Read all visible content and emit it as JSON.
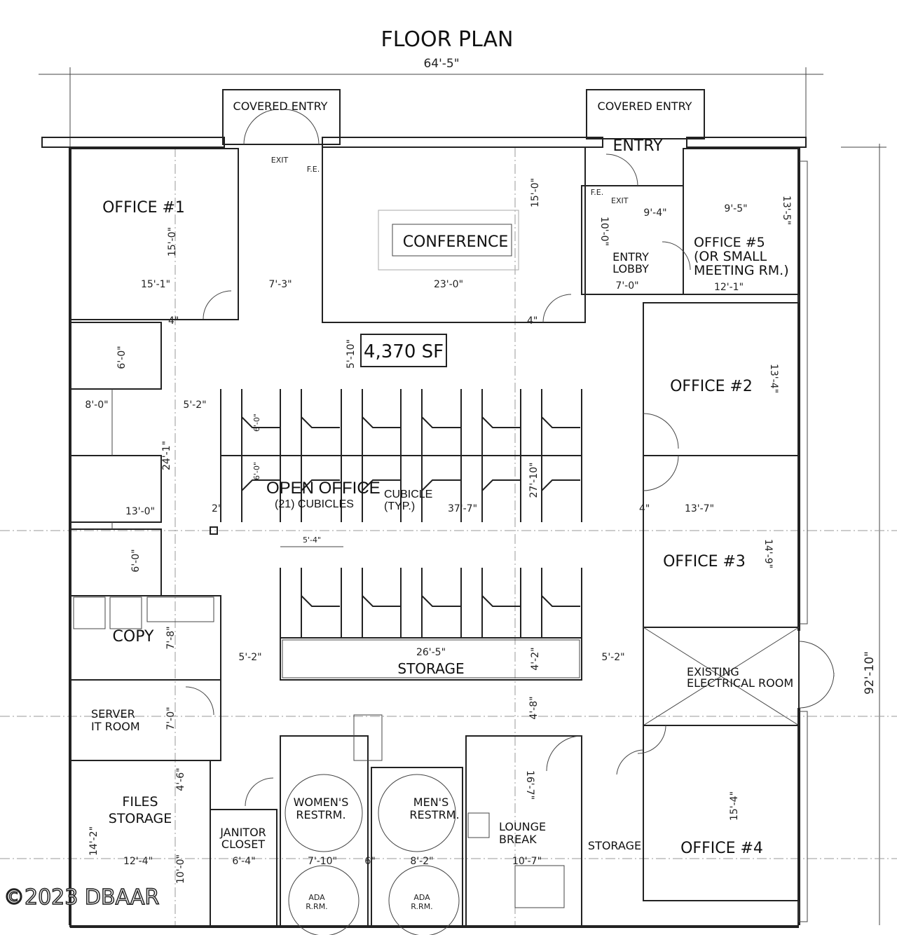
{
  "title": "FLOOR PLAN",
  "overall_width": "64'-5\"",
  "overall_depth": "92'-10\"",
  "area": "4,370 SF",
  "watermark": "©2023 DBAAR",
  "rooms": {
    "covered_entry_1": "COVERED ENTRY",
    "covered_entry_2": "COVERED ENTRY",
    "entry": "ENTRY",
    "exit_1": "EXIT",
    "exit_2": "EXIT",
    "fe_1": "F.E.",
    "fe_2": "F.E.",
    "office1": "OFFICE #1",
    "conference": "CONFERENCE",
    "entry_lobby_1": "ENTRY",
    "entry_lobby_2": "LOBBY",
    "office5_1": "OFFICE #5",
    "office5_2": "(OR SMALL",
    "office5_3": "MEETING RM.)",
    "office2": "OFFICE #2",
    "office3": "OFFICE #3",
    "office4": "OFFICE #4",
    "electrical_1": "EXISTING",
    "electrical_2": "ELECTRICAL ROOM",
    "open_office": "OPEN OFFICE",
    "cubicles": "(21) CUBICLES",
    "cubicle_typ_1": "CUBICLE",
    "cubicle_typ_2": "(TYP.)",
    "copy": "COPY",
    "storage": "STORAGE",
    "server_1": "SERVER",
    "server_2": "IT ROOM",
    "files_1": "FILES",
    "files_2": "STORAGE",
    "janitor_1": "JANITOR",
    "janitor_2": "CLOSET",
    "womens_1": "WOMEN'S",
    "womens_2": "RESTRM.",
    "mens_1": "MEN'S",
    "mens_2": "RESTRM.",
    "ada1_1": "ADA",
    "ada1_2": "R.RM.",
    "ada2_1": "ADA",
    "ada2_2": "R.RM.",
    "lounge_1": "LOUNGE",
    "lounge_2": "BREAK",
    "storage_2": "STORAGE"
  },
  "dimensions": {
    "office1_w": "15'-1\"",
    "office1_h": "15'-0\"",
    "corridor_w": "7'-3\"",
    "conf_w": "23'-0\"",
    "conf_h": "15'-0\"",
    "lobby_w1": "9'-4\"",
    "lobby_h": "10'-0\"",
    "lobby_w2": "7'-0\"",
    "office5_w1": "9'-5\"",
    "office5_h": "13'-5\"",
    "office5_w2": "12'-1\"",
    "wall_4a": "4\"",
    "wall_4b": "4\"",
    "wall_4c": "4\"",
    "gap_5_10": "5'-10\"",
    "cub_6a": "6'-0\"",
    "cub_8": "8'-0\"",
    "cub_5_2a": "5'-2\"",
    "cub_24_1": "24'-1\"",
    "cub_6b": "6'-0\"",
    "cub_6c": "6'-0\"",
    "cub_13": "13'-0\"",
    "cub_6d": "6'-0\"",
    "col_2": "2\"",
    "cub_5_4": "5'-4\"",
    "open_37_7": "37'-7\"",
    "open_27_10": "27'-10\"",
    "office2_h": "13'-4\"",
    "office3_w": "13'-7\"",
    "office3_h": "14'-9\"",
    "copy_h": "7'-8\"",
    "storage_w": "26'-5\"",
    "storage_h": "4'-2\"",
    "corr_5_2b": "5'-2\"",
    "corr_5_2c": "5'-2\"",
    "server_h": "7'-0\"",
    "gap_4_8": "4'-8\"",
    "files_4_6": "4'-6\"",
    "files_h": "14'-2\"",
    "files_w": "12'-4\"",
    "files_10": "10'-0\"",
    "janitor_w": "6'-4\"",
    "womens_w": "7'-10\"",
    "chase_6": "6\"",
    "mens_w": "8'-2\"",
    "lounge_h": "16'-7\"",
    "lounge_w": "10'-7\"",
    "office4_h": "15'-4\""
  },
  "colors": {
    "line": "#222222",
    "background": "#ffffff"
  }
}
